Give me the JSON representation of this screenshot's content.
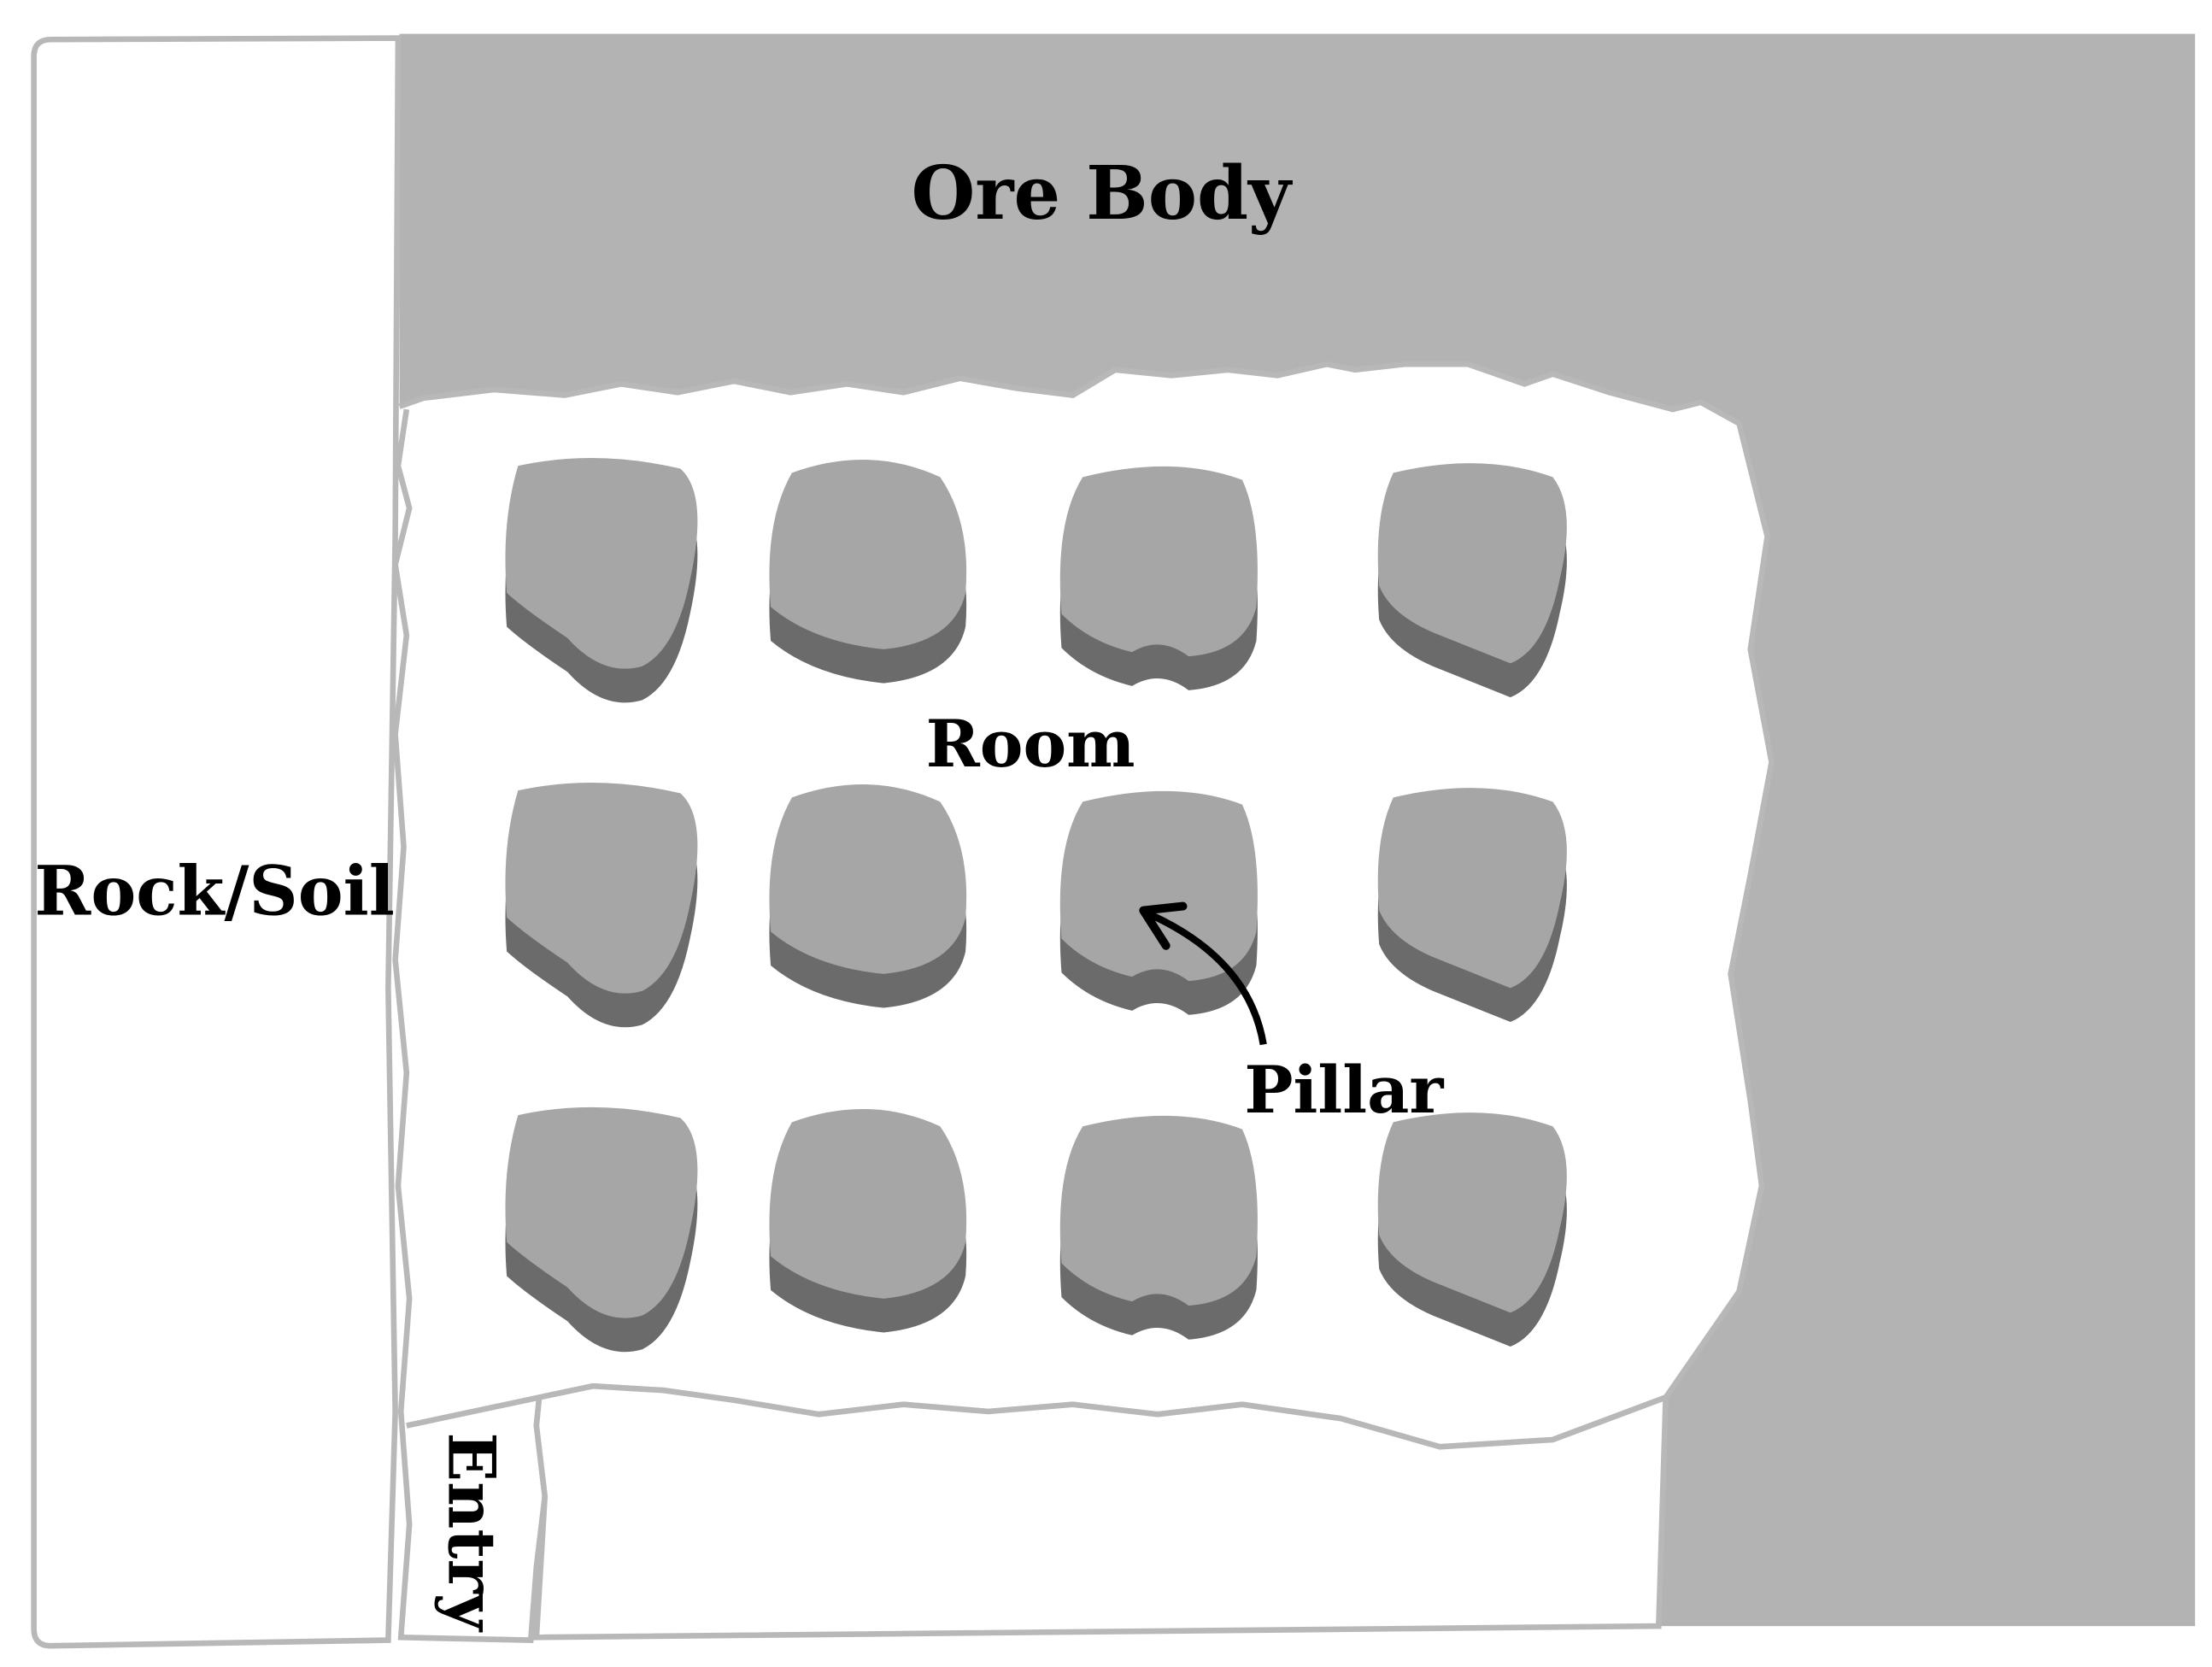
{
  "labels": {
    "ore_body": "Ore Body",
    "room": "Room",
    "rock_soil": "Rock/Soil",
    "pillar": "Pillar",
    "entry": "Entry"
  },
  "colors": {
    "ore": "#b3b3b3",
    "pillar_top": "#a6a6a6",
    "pillar_side": "#6b6b6b",
    "outline": "#b8b8b8",
    "mined_space": "#ffffff",
    "text": "#000000"
  },
  "pillar_grid": {
    "rows": 3,
    "columns": 4
  }
}
